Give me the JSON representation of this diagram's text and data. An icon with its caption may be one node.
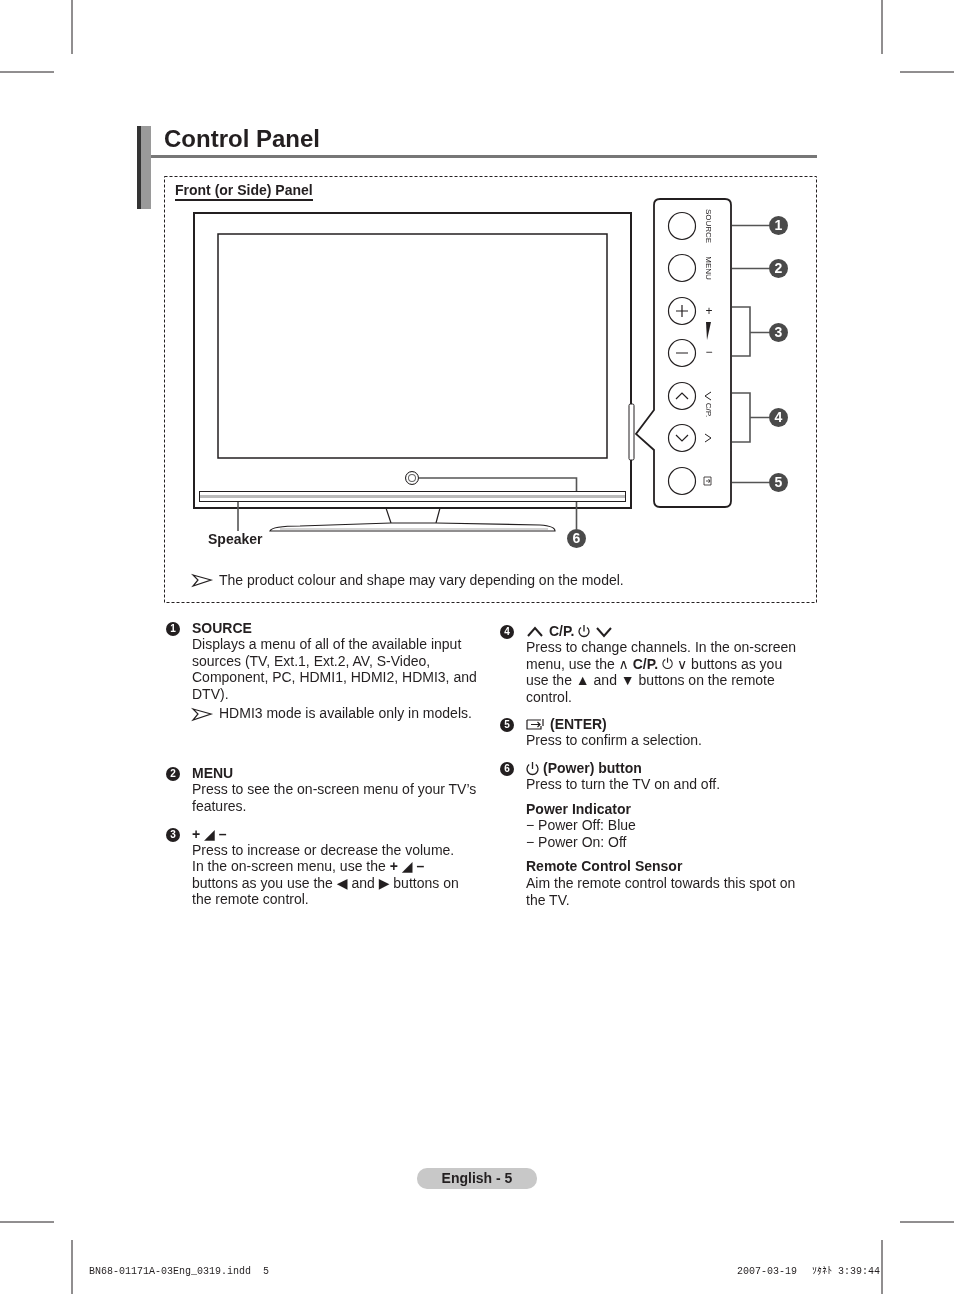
{
  "diagram": {
    "title": "Control Panel",
    "nodes": [
      {
        "text": [
          "1"
        ]
      },
      {
        "text": [
          "2"
        ]
      },
      {
        "text": [
          "3"
        ]
      },
      {
        "text": [
          "4"
        ]
      },
      {
        "text": [
          "5"
        ]
      },
      {
        "text": [],
        "shape": "circle"
      },
      {
        "text": [],
        "shape": "bar"
      },
      {
        "text": [
          "Speaker"
        ]
      },
      {
        "text": [
          "6"
        ]
      },
      {
        "text": [],
        "shape": "box"
      }
    ],
    "edges": [
      {
        "from": 0,
        "to": 9,
        "arrow": "none"
      },
      {
        "from": 1,
        "to": 9,
        "arrow": "none"
      },
      {
        "from": 2,
        "to": 9,
        "arrow": "none"
      },
      {
        "from": 3,
        "to": 9,
        "arrow": "none"
      },
      {
        "from": 4,
        "to": 9,
        "arrow": "none"
      },
      {
        "from": 8,
        "to": 5,
        "arrow": "none"
      },
      {
        "from": 7,
        "to": 6,
        "arrow": "none"
      }
    ],
    "labels": [
      "Front (or Side) Panel",
      "SOURCE",
      "MENU",
      "+",
      "−",
      "C/P.",
      "The product colour and shape may vary depending on the model.",
      "1",
      "SOURCE",
      "Displays a menu of all of the available input sources (TV, Ext.1, Ext.2, AV, S-Video, Component, PC, HDMI1, HDMI2, HDMI3, and DTV).",
      "HDMI3 mode is available only in models.",
      "2",
      "MENU",
      "Press to see the on-screen menu of your TV’s features.",
      "3",
      "+ ◢ –",
      "Press to increase or decrease the volume.",
      "In the on-screen menu, use the **+ ◢ –** buttons as you use the ◀ and ▶ buttons on the remote control.",
      "4",
      "C/P.",
      "Press to change channels. In the on-screen menu, use the ∧ **C/P.** ⏻ ∨ buttons as you use the ▲ and ▼ buttons on the remote control.",
      "5",
      "(ENTER)",
      "Press to confirm a selection.",
      "6",
      "(Power) button",
      "Press to turn the TV on and off.",
      "Power Indicator",
      "−  Power Off: Blue",
      "−  Power On: Off",
      "Remote Control Sensor",
      "Aim the remote control towards this spot on the TV.",
      "English - 5",
      "BN68-01171A-03Eng_0319.indd",
      "5",
      "2007-03-19",
      "ｿﾀﾈﾄ 3:39:44"
    ]
  }
}
